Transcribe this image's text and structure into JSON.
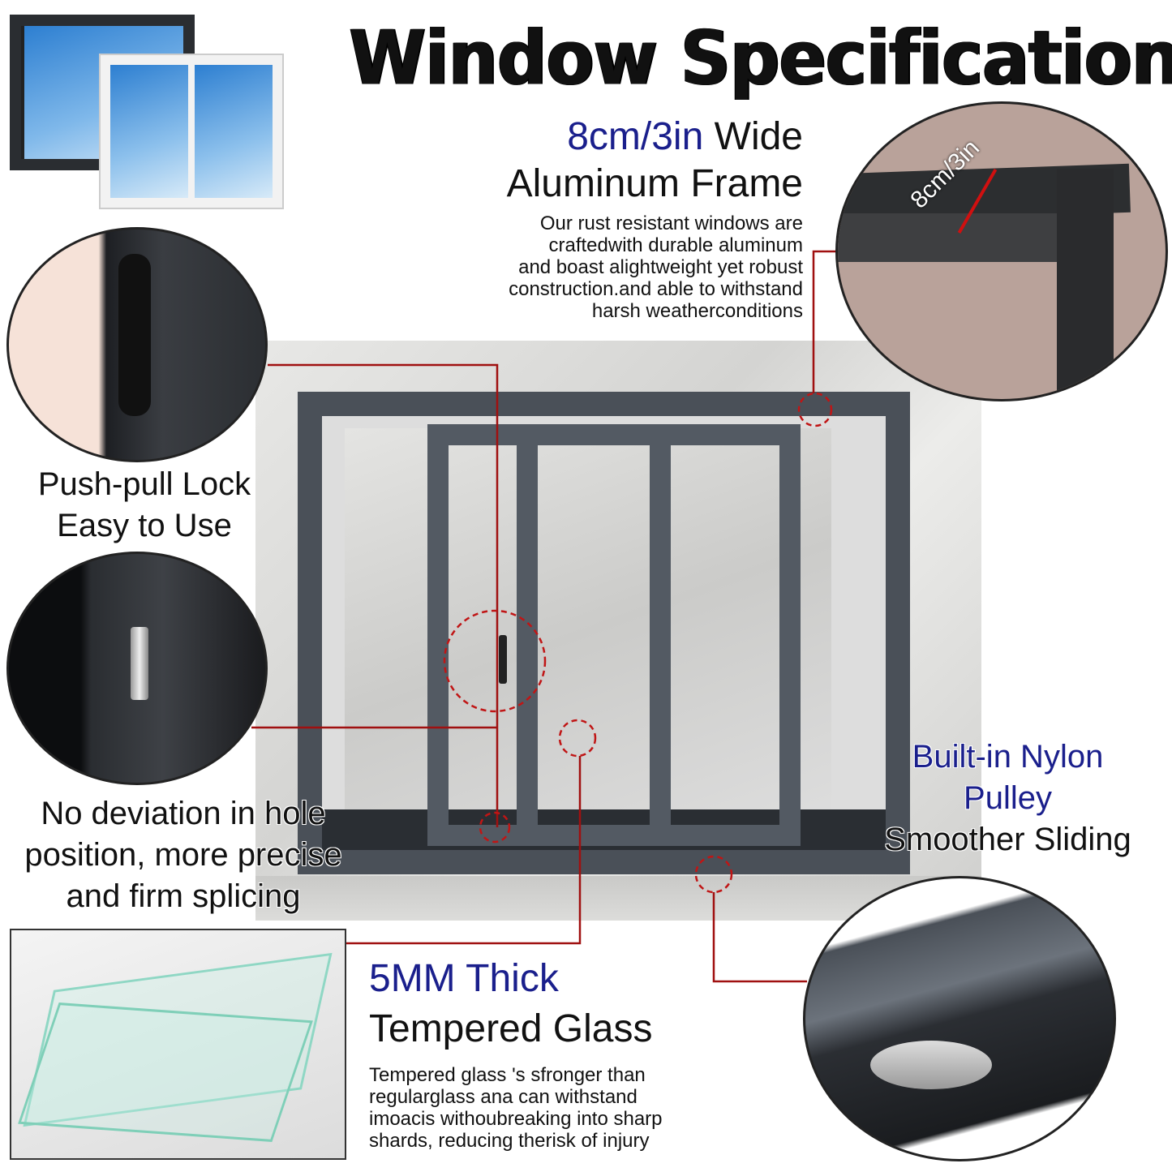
{
  "title": "Window Specification",
  "frame_feature": {
    "highlight": "8cm/3in",
    "heading_rest": "Wide",
    "heading_line2": "Aluminum Frame",
    "body": [
      "Our rust resistant windows are",
      "craftedwith durable aluminum",
      "and boast alightweight yet robust",
      "construction.and able to withstand",
      "harsh weatherconditions"
    ],
    "measure_label": "8cm/3in"
  },
  "lock_feature": {
    "lines": [
      "Push-pull Lock",
      "Easy to Use"
    ]
  },
  "splice_feature": {
    "lines": [
      "No deviation in hole",
      "position, more precise",
      "and firm splicing"
    ]
  },
  "glass_feature": {
    "highlight": "5MM Thick",
    "heading_line2": "Tempered Glass",
    "body": [
      "Tempered glass 's sfronger than",
      "regularglass ana can withstand",
      "imoacis withoubreaking into sharp",
      "shards, reducing therisk of injury"
    ]
  },
  "pulley_feature": {
    "lines": [
      "Built-in Nylon",
      "Pulley",
      "Smoother Sliding"
    ]
  },
  "colors": {
    "accent_blue": "#1a1f8c",
    "leader_red": "#a01010",
    "frame_gray": "#4a5058"
  }
}
